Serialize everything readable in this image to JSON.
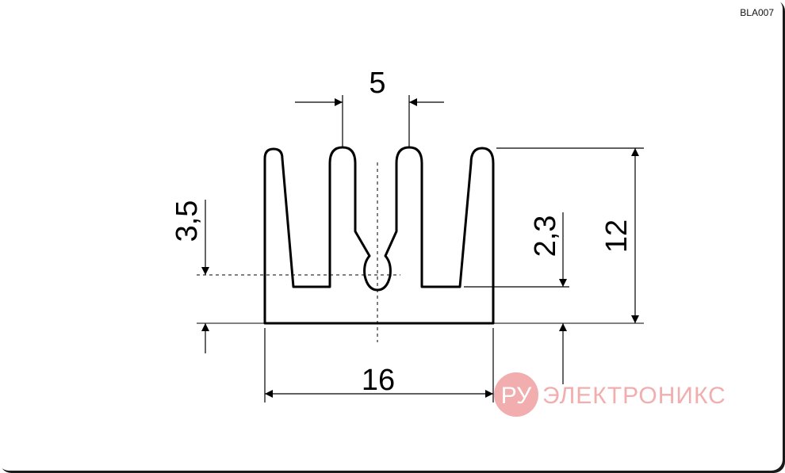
{
  "drawing": {
    "code": "BLA007",
    "dimensions": {
      "width_total": "16",
      "fin_pitch": "5",
      "height_total": "12",
      "base_thickness": "3,5",
      "slot_depth_offset": "2,3"
    }
  },
  "watermark": {
    "logo_letters": "РУ",
    "text": "ЭЛЕКТРОНИКС",
    "color": "#e86b6b"
  }
}
